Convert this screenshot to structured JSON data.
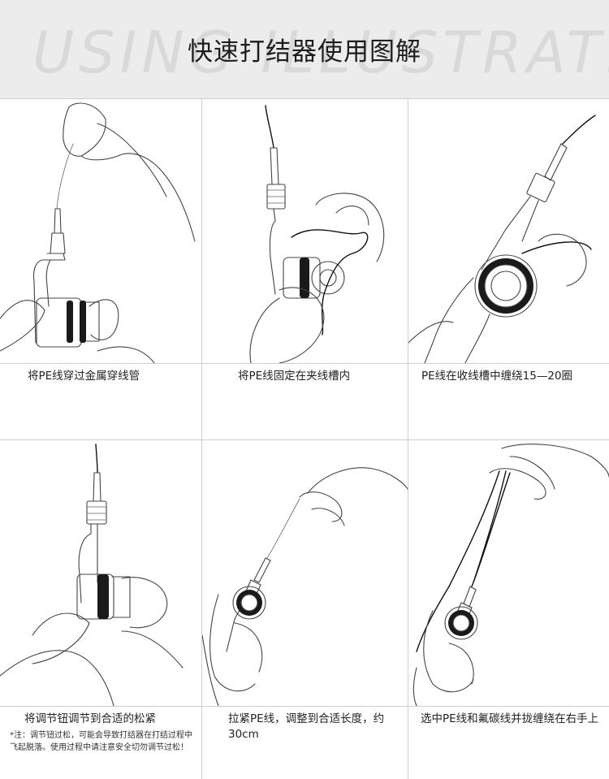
{
  "header": {
    "watermark": "USING ILLUSTRATION",
    "title": "快速打结器使用图解"
  },
  "steps": [
    {
      "caption": "将PE线穿过金属穿线管"
    },
    {
      "caption": "将PE线固定在夹线槽内"
    },
    {
      "caption": "PE线在收线槽中缠绕15—20圈"
    },
    {
      "caption": "将调节钮调节到合适的松紧",
      "note": "*注：调节钮过松，可能会导致打结器在打结过程中飞起脱落。使用过程中请注意安全切勿调节过松！"
    },
    {
      "caption": "拉紧PE线，调整到合适长度，约30cm"
    },
    {
      "caption": "选中PE线和氟碳线并拢缠绕在右手上"
    }
  ]
}
